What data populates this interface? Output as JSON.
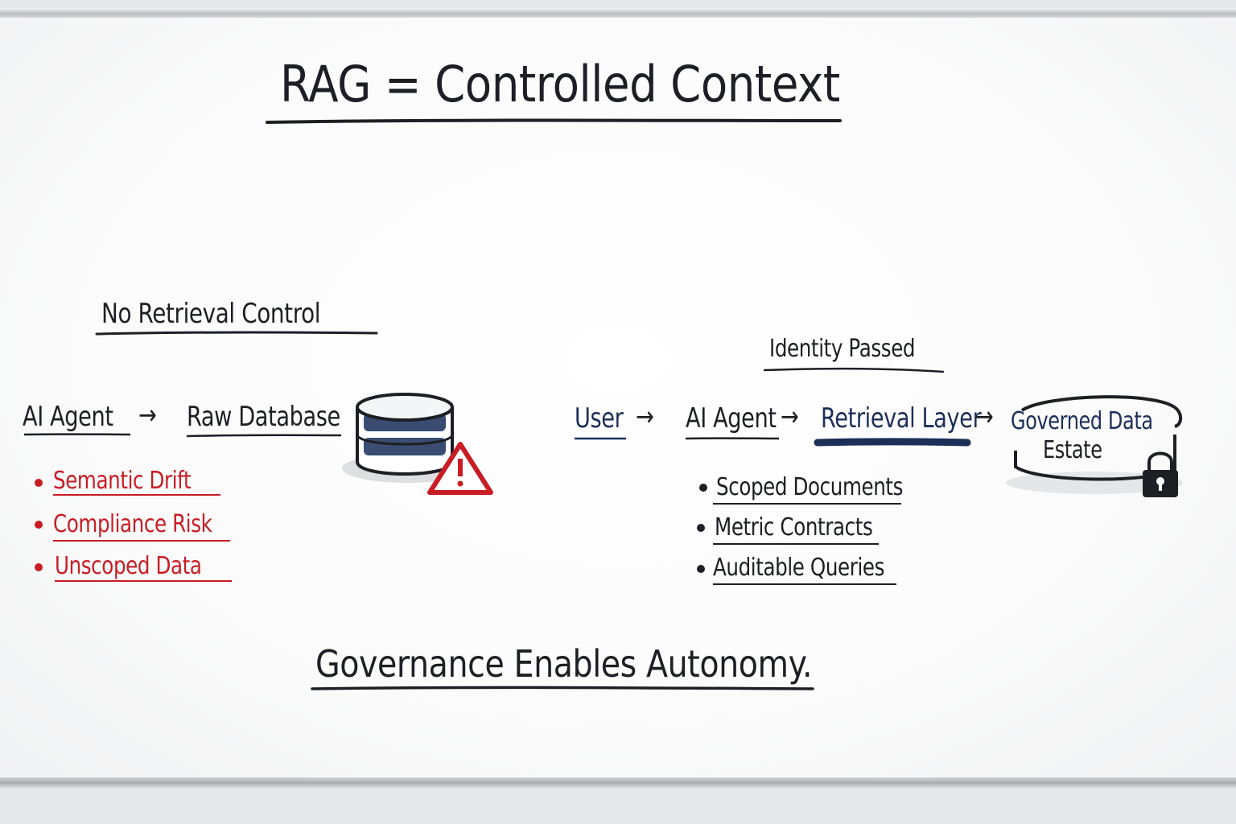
{
  "title": "RAG = Controlled Context",
  "left": {
    "heading": "No Retrieval Control",
    "flow": [
      "AI Agent",
      "Raw Database"
    ],
    "arrow": "→",
    "risks": [
      "Semantic Drift",
      "Compliance Risk",
      "Unscoped Data"
    ],
    "icons": [
      "database-icon",
      "warning-icon"
    ]
  },
  "right": {
    "heading": "Identity Passed",
    "flow": [
      "User",
      "AI Agent",
      "Retrieval Layer"
    ],
    "estate_line1": "Governed Data",
    "estate_line2": "Estate",
    "arrow": "→",
    "benefits": [
      "Scoped Documents",
      "Metric Contracts",
      "Auditable Queries"
    ],
    "icons": [
      "lock-icon"
    ]
  },
  "footer": "Governance Enables Autonomy.",
  "colors": {
    "ink": "#1d1f24",
    "navy": "#1b2f59",
    "red": "#c81d25"
  }
}
